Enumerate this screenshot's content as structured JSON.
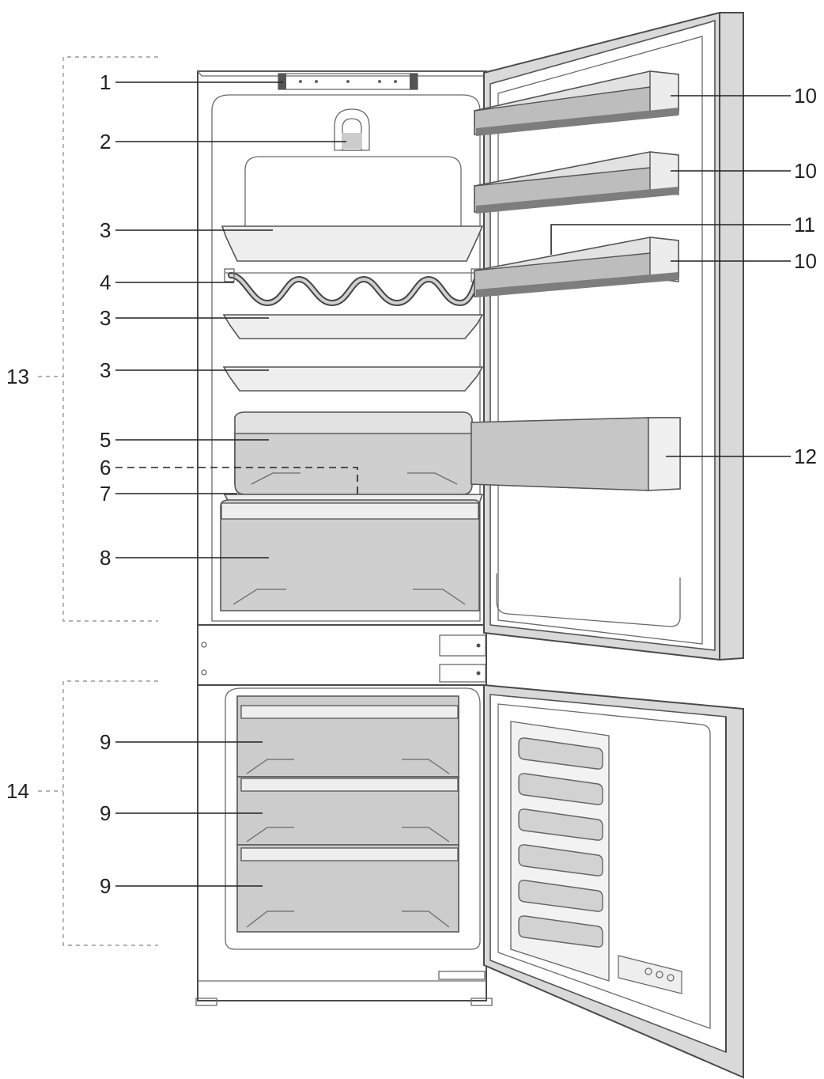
{
  "callouts": {
    "c1": "1",
    "c2": "2",
    "c3a": "3",
    "c3b": "3",
    "c3c": "3",
    "c4": "4",
    "c5": "5",
    "c6": "6",
    "c7": "7",
    "c8": "8",
    "c9a": "9",
    "c9b": "9",
    "c9c": "9",
    "c10a": "10",
    "c10b": "10",
    "c10c": "10",
    "c11": "11",
    "c12": "12",
    "c13": "13",
    "c14": "14"
  },
  "colors": {
    "line": "#222222",
    "outline": "#4a4a4a",
    "bin_fill": "#cfcfcf",
    "drawer_fill": "#cccccc",
    "door_fill": "#d9d9d9"
  }
}
